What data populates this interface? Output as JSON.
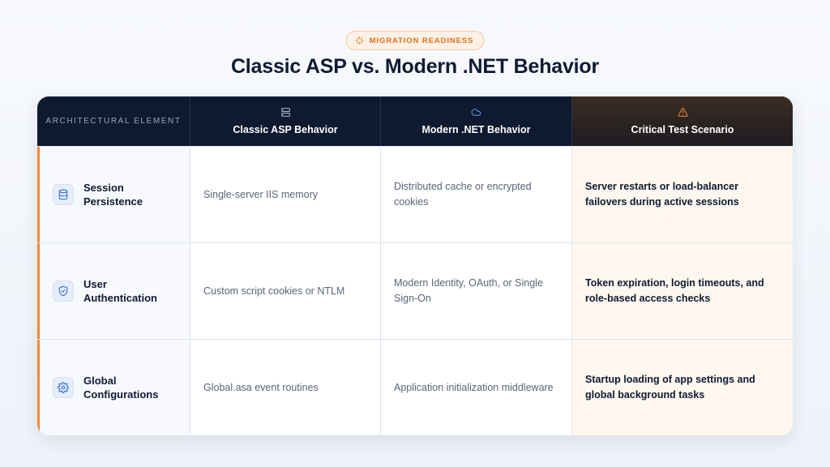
{
  "header": {
    "badge": "MIGRATION READINESS",
    "title": "Classic ASP vs. Modern .NET Behavior"
  },
  "columns": [
    {
      "label": "ARCHITECTURAL ELEMENT",
      "icon": ""
    },
    {
      "label": "Classic ASP Behavior",
      "icon": "server-icon"
    },
    {
      "label": "Modern .NET Behavior",
      "icon": "cloud-icon"
    },
    {
      "label": "Critical Test Scenario",
      "icon": "warning-icon"
    }
  ],
  "rows": [
    {
      "element": "Session Persistence",
      "icon": "database-icon",
      "classic": "Single-server IIS memory",
      "modern": "Distributed cache or encrypted cookies",
      "test": "Server restarts or load-balancer failovers during active sessions"
    },
    {
      "element": "User Authentication",
      "icon": "shield-check-icon",
      "classic": "Custom script cookies or NTLM",
      "modern": "Modern Identity, OAuth, or Single Sign-On",
      "test": "Token expiration, login timeouts, and role-based access checks"
    },
    {
      "element": "Global Configurations",
      "icon": "gear-icon",
      "classic": "Global.asa event routines",
      "modern": "Application initialization middleware",
      "test": "Startup loading of app settings and global background tasks"
    }
  ],
  "colors": {
    "accent": "#f08a3c",
    "header_bg": "#0f1a30",
    "badge_text": "#e0701e",
    "icon_blue": "#3b6fd8"
  }
}
